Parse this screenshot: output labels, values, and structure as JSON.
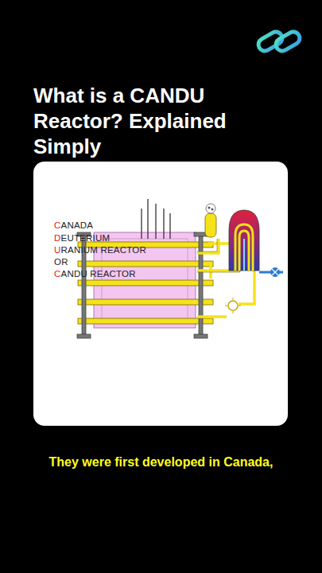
{
  "diagram": {
    "title": "What is a CANDU Reactor? Explained Simply",
    "caption": "They were first developed in Canada,",
    "labels": [
      "CANADA",
      "DEUTERIUM",
      "URANIUM REACTOR",
      "OR",
      "CANDU REACTOR"
    ]
  }
}
